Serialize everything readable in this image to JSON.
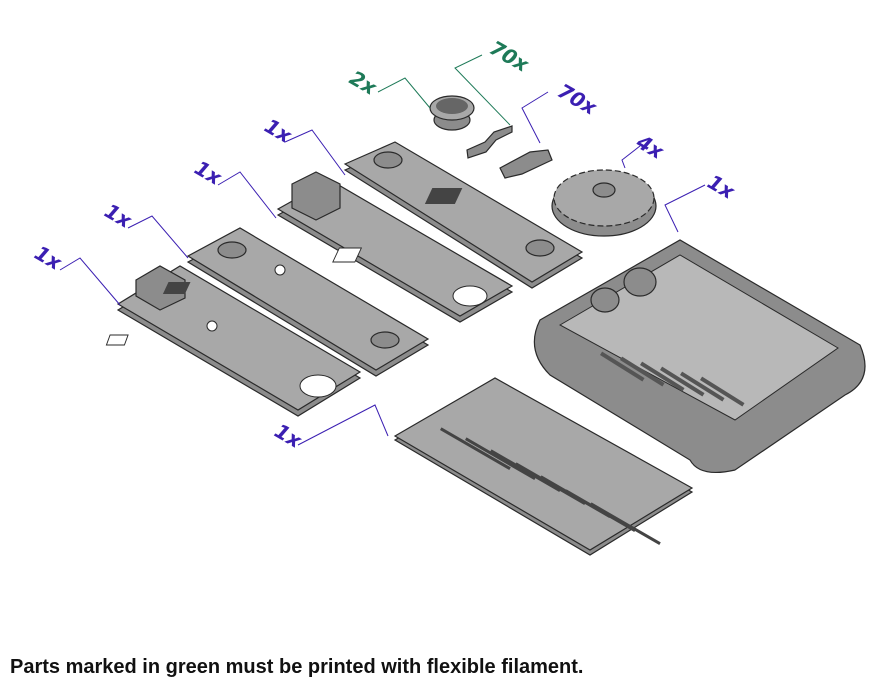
{
  "colors": {
    "flexible": "#1e7a58",
    "rigid": "#3b1fb2",
    "part_gray": "#8c8c8c"
  },
  "labels": {
    "cup": "2x",
    "clip_flexible": "70x",
    "clip_rigid": "70x",
    "knob": "4x",
    "housing": "1x",
    "plate_a": "1x",
    "plate_b": "1x",
    "plate_c": "1x",
    "plate_d": "1x",
    "grid_plate": "1x"
  },
  "caption": "Parts marked in green must be printed with flexible filament."
}
